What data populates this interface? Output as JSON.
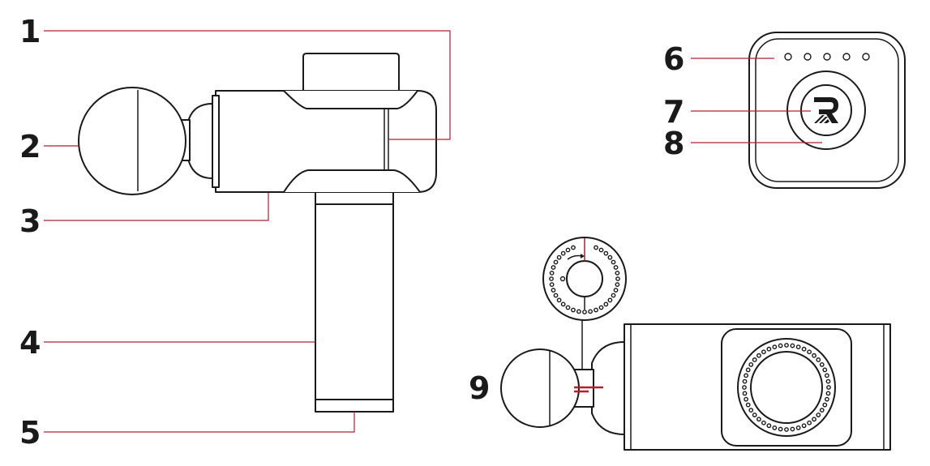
{
  "colors": {
    "leader": "#b0202f",
    "outline": "#1a1a1a",
    "background": "#ffffff"
  },
  "icons": {
    "brand_logo": "r-logo-icon"
  },
  "callouts": [
    {
      "id": "1",
      "label": "1"
    },
    {
      "id": "2",
      "label": "2"
    },
    {
      "id": "3",
      "label": "3"
    },
    {
      "id": "4",
      "label": "4"
    },
    {
      "id": "5",
      "label": "5"
    },
    {
      "id": "6",
      "label": "6"
    },
    {
      "id": "7",
      "label": "7"
    },
    {
      "id": "8",
      "label": "8"
    },
    {
      "id": "9",
      "label": "9"
    }
  ]
}
